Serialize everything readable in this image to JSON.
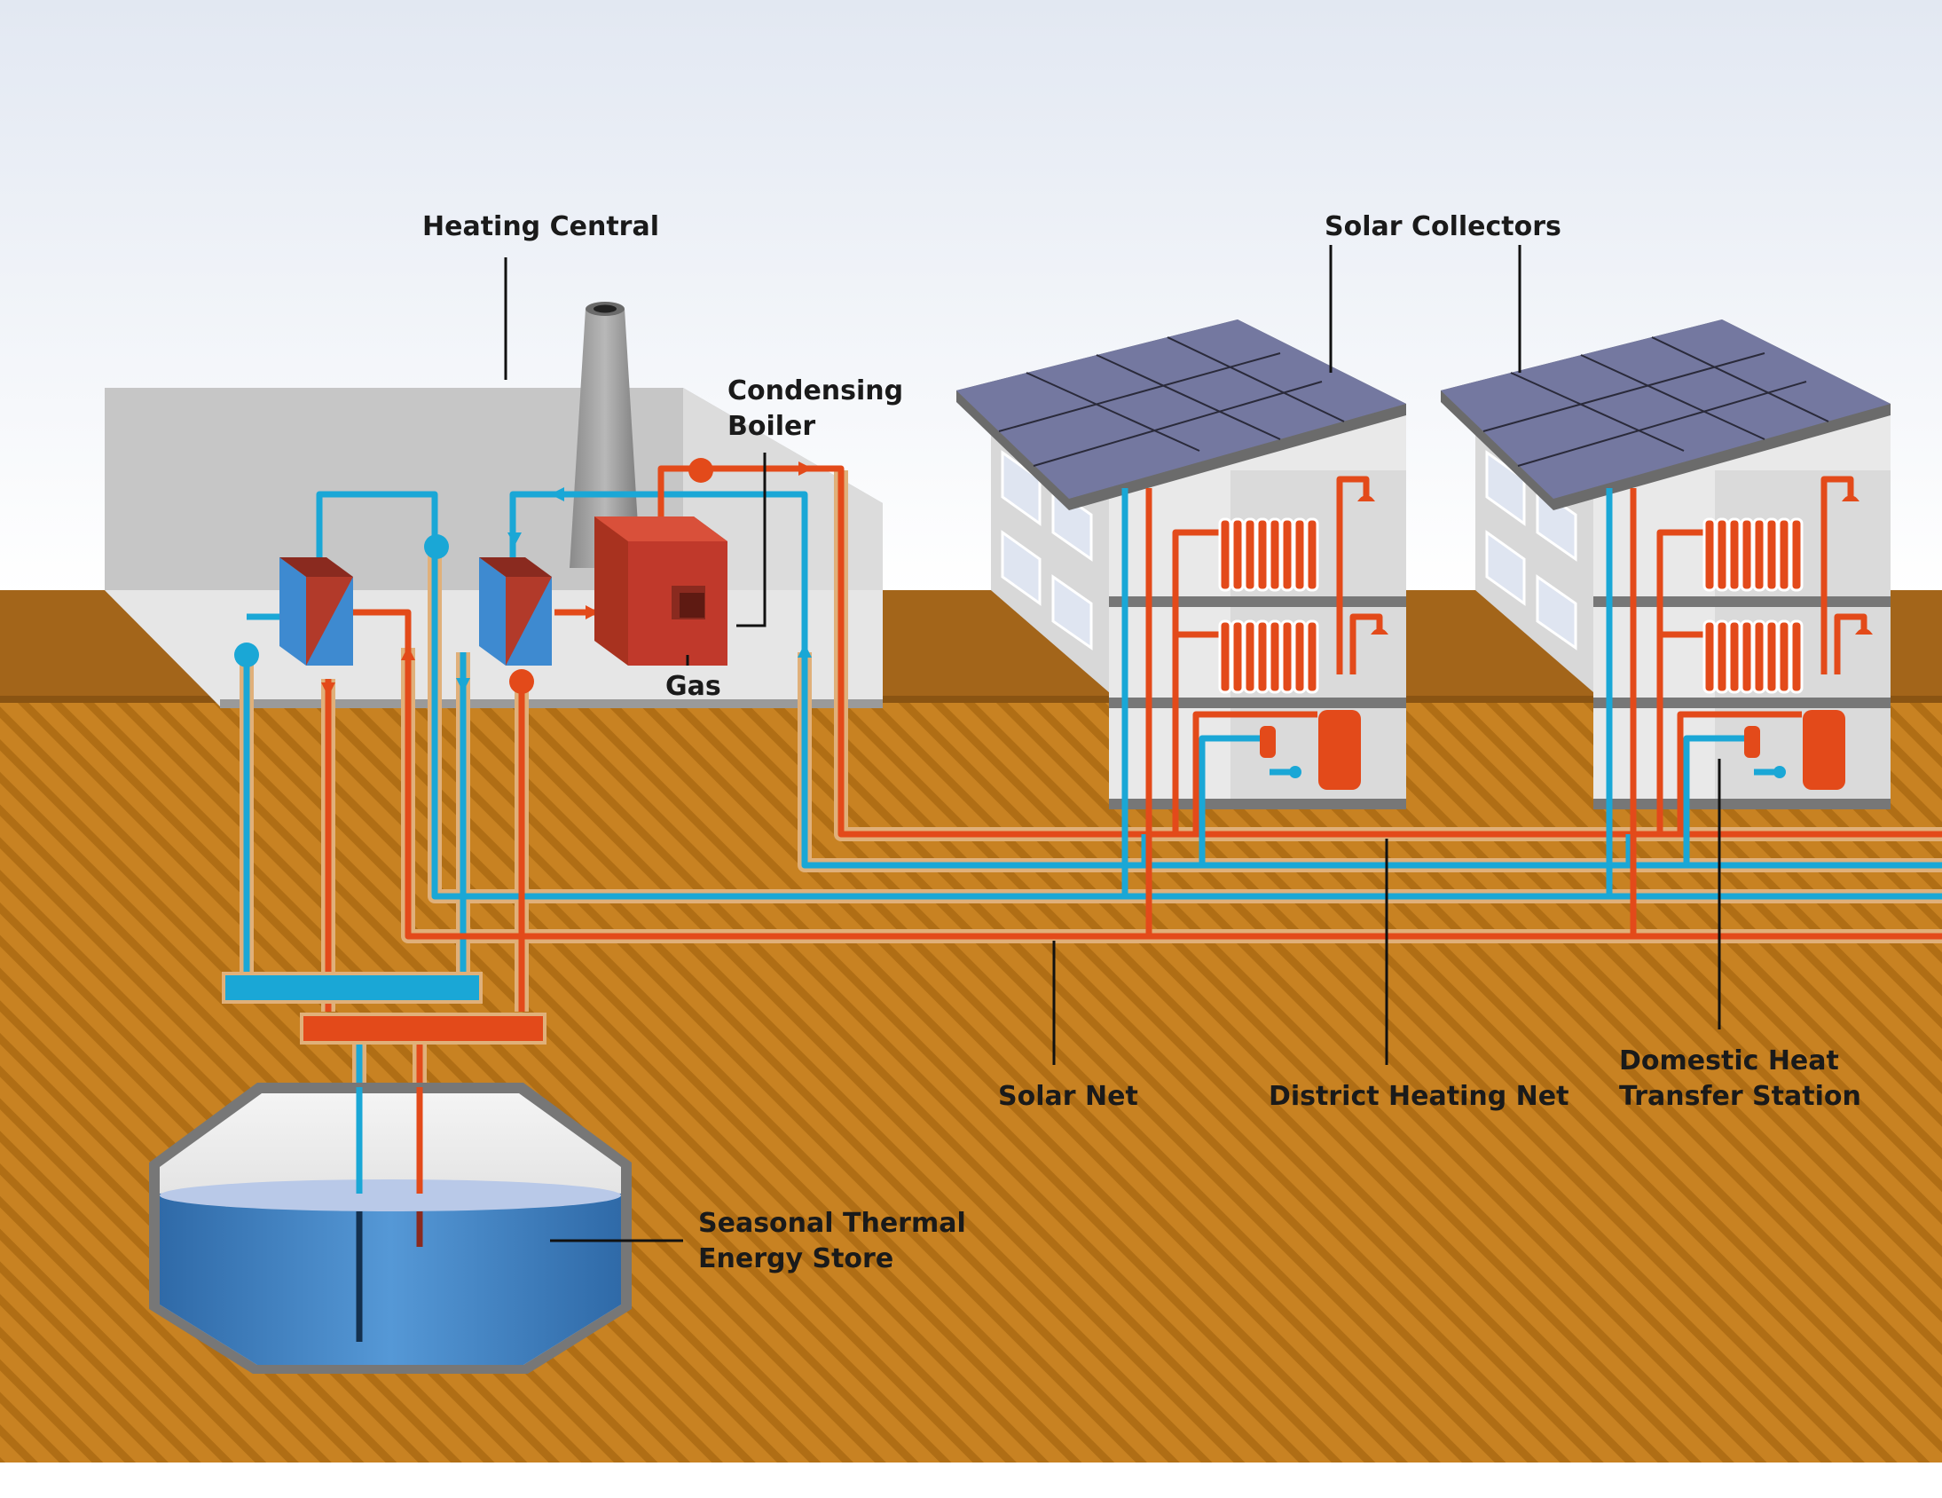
{
  "labels": {
    "heating_central": "Heating Central",
    "condensing_boiler_line1": "Condensing",
    "condensing_boiler_line2": "Boiler",
    "gas": "Gas",
    "solar_collectors": "Solar Collectors",
    "solar_net": "Solar Net",
    "district_heating_net": "District Heating Net",
    "domestic_heat_line1": "Domestic Heat",
    "domestic_heat_line2": "Transfer Station",
    "thermal_store_line1": "Seasonal Thermal",
    "thermal_store_line2": "Energy Store"
  },
  "colors": {
    "hot_pipe": "#e34a1a",
    "cold_pipe": "#1aa7d6",
    "ground": "#c47d1d",
    "ground_stripe": "#b06e15",
    "boiler": "#c0392b",
    "water": "#3f7fbf",
    "panel": "#6f7394"
  },
  "icons": [
    "heat-exchanger-icon",
    "pump-icon",
    "radiator-icon",
    "shower-icon",
    "storage-tank-icon",
    "chimney-icon"
  ]
}
